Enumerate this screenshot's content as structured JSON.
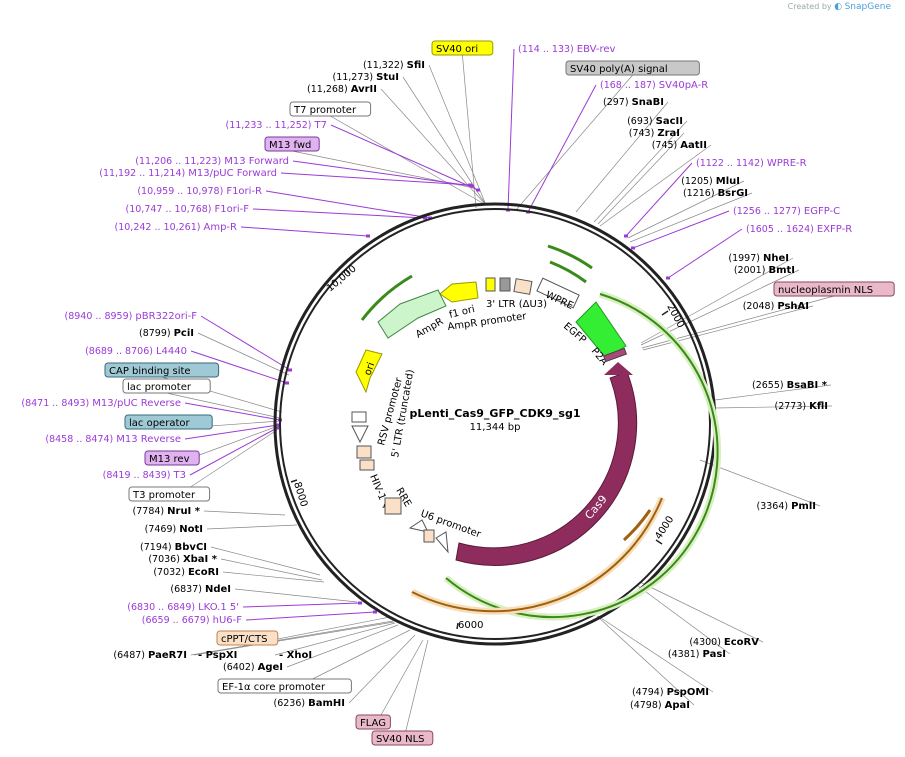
{
  "credit": {
    "created_by": "Created by",
    "brand": "SnapGene"
  },
  "plasmid": {
    "name": "pLenti_Cas9_GFP_CDK9_sg1",
    "size": "11,344 bp",
    "length": 11344
  },
  "colors": {
    "enzyme": "#000000",
    "primer": "#9b3bd6",
    "gray_line": "#888888"
  },
  "labels": [
    {
      "kind": "feature",
      "text": "SV40 ori",
      "fill": "#ffff00",
      "stroke": "#999900"
    },
    {
      "kind": "primer",
      "pos": "(114 .. 133)",
      "name": "EBV-rev"
    },
    {
      "kind": "feature",
      "text": "SV40 poly(A) signal",
      "fill": "#c8c8c8",
      "stroke": "#777777"
    },
    {
      "kind": "primer",
      "pos": "(168 .. 187)",
      "name": "SV40pA-R"
    },
    {
      "kind": "enzyme",
      "name": "SnaBI",
      "pos": "(297)"
    },
    {
      "kind": "enzyme",
      "name": "SacII",
      "pos": "(693)"
    },
    {
      "kind": "enzyme",
      "name": "ZraI",
      "pos": "(743)"
    },
    {
      "kind": "enzyme",
      "name": "AatII",
      "pos": "(745)"
    },
    {
      "kind": "primer",
      "pos": "(1122 .. 1142)",
      "name": "WPRE-R"
    },
    {
      "kind": "enzyme",
      "name": "MluI",
      "pos": "(1205)"
    },
    {
      "kind": "enzyme",
      "name": "BsrGI",
      "pos": "(1216)"
    },
    {
      "kind": "primer",
      "pos": "(1256 .. 1277)",
      "name": "EGFP-C"
    },
    {
      "kind": "primer",
      "pos": "(1605 .. 1624)",
      "name": "EXFP-R"
    },
    {
      "kind": "enzyme",
      "name": "NheI",
      "pos": "(1997)"
    },
    {
      "kind": "enzyme",
      "name": "BmtI",
      "pos": "(2001)"
    },
    {
      "kind": "feature",
      "text": "nucleoplasmin NLS",
      "fill": "#e9b9c9",
      "stroke": "#8a4a5a"
    },
    {
      "kind": "enzyme",
      "name": "PshAI",
      "pos": "(2048)"
    },
    {
      "kind": "enzyme",
      "name": "BsaBI *",
      "pos": "(2655)"
    },
    {
      "kind": "enzyme",
      "name": "KflI",
      "pos": "(2773)"
    },
    {
      "kind": "enzyme",
      "name": "PmlI",
      "pos": "(3364)"
    },
    {
      "kind": "enzyme",
      "name": "EcoRV",
      "pos": "(4300)"
    },
    {
      "kind": "enzyme",
      "name": "PasI",
      "pos": "(4381)"
    },
    {
      "kind": "enzyme",
      "name": "PspOMI",
      "pos": "(4794)"
    },
    {
      "kind": "enzyme",
      "name": "ApaI",
      "pos": "(4798)"
    },
    {
      "kind": "enzyme",
      "name": "SfiI",
      "pos": "(11,322)"
    },
    {
      "kind": "enzyme",
      "name": "StuI",
      "pos": "(11,273)"
    },
    {
      "kind": "enzyme",
      "name": "AvrII",
      "pos": "(11,268)"
    },
    {
      "kind": "feature",
      "text": "T7 promoter",
      "fill": "#ffffff",
      "stroke": "#777777"
    },
    {
      "kind": "primer",
      "pos": "(11,233 .. 11,252)",
      "name": "T7"
    },
    {
      "kind": "feature",
      "text": "M13 fwd",
      "fill": "#e0b3f0",
      "stroke": "#7a3a9a"
    },
    {
      "kind": "primer",
      "pos": "(11,206 .. 11,223)",
      "name": "M13 Forward"
    },
    {
      "kind": "primer",
      "pos": "(11,192 .. 11,214)",
      "name": "M13/pUC Forward"
    },
    {
      "kind": "primer",
      "pos": "(10,959 .. 10,978)",
      "name": "F1ori-R"
    },
    {
      "kind": "primer",
      "pos": "(10,747 .. 10,768)",
      "name": "F1ori-F"
    },
    {
      "kind": "primer",
      "pos": "(10,242 .. 10,261)",
      "name": "Amp-R"
    },
    {
      "kind": "primer",
      "pos": "(8940 .. 8959)",
      "name": "pBR322ori-F"
    },
    {
      "kind": "enzyme",
      "name": "PciI",
      "pos": "(8799)"
    },
    {
      "kind": "primer",
      "pos": "(8689 .. 8706)",
      "name": "L4440"
    },
    {
      "kind": "feature",
      "text": "CAP binding site",
      "fill": "#9fc9d4",
      "stroke": "#3a6a7a"
    },
    {
      "kind": "feature",
      "text": "lac promoter",
      "fill": "#ffffff",
      "stroke": "#777777"
    },
    {
      "kind": "primer",
      "pos": "(8471 .. 8493)",
      "name": "M13/pUC Reverse"
    },
    {
      "kind": "feature",
      "text": "lac operator",
      "fill": "#9fc9d4",
      "stroke": "#3a6a7a"
    },
    {
      "kind": "primer",
      "pos": "(8458 .. 8474)",
      "name": "M13 Reverse"
    },
    {
      "kind": "feature",
      "text": "M13 rev",
      "fill": "#e0b3f0",
      "stroke": "#7a3a9a"
    },
    {
      "kind": "primer",
      "pos": "(8419 .. 8439)",
      "name": "T3"
    },
    {
      "kind": "feature",
      "text": "T3 promoter",
      "fill": "#ffffff",
      "stroke": "#777777"
    },
    {
      "kind": "enzyme",
      "name": "NruI *",
      "pos": "(7784)"
    },
    {
      "kind": "enzyme",
      "name": "NotI",
      "pos": "(7469)"
    },
    {
      "kind": "enzyme",
      "name": "BbvCI",
      "pos": "(7194)"
    },
    {
      "kind": "enzyme",
      "name": "XbaI *",
      "pos": "(7036)"
    },
    {
      "kind": "enzyme",
      "name": "EcoRI",
      "pos": "(7032)"
    },
    {
      "kind": "enzyme",
      "name": "NdeI",
      "pos": "(6837)"
    },
    {
      "kind": "primer",
      "pos": "(6830 .. 6849)",
      "name": "LKO.1 5'"
    },
    {
      "kind": "primer",
      "pos": "(6659 .. 6679)",
      "name": "hU6-F"
    },
    {
      "kind": "feature",
      "text": "cPPT/CTS",
      "fill": "#fbe0c8",
      "stroke": "#c08050"
    },
    {
      "kind": "enzyme",
      "name": "PaeR7I",
      "pos": "(6487)"
    },
    {
      "kind": "enzyme",
      "name": "- PspXI",
      "pos": ""
    },
    {
      "kind": "enzyme",
      "name": "- XhoI",
      "pos": ""
    },
    {
      "kind": "enzyme",
      "name": "AgeI",
      "pos": "(6402)"
    },
    {
      "kind": "feature",
      "text": "EF-1α core promoter",
      "fill": "#ffffff",
      "stroke": "#777777"
    },
    {
      "kind": "enzyme",
      "name": "BamHI",
      "pos": "(6236)"
    },
    {
      "kind": "feature",
      "text": "FLAG",
      "fill": "#e9b9c9",
      "stroke": "#8a4a5a"
    },
    {
      "kind": "feature",
      "text": "SV40 NLS",
      "fill": "#e9b9c9",
      "stroke": "#8a4a5a"
    }
  ],
  "ticks": [
    "2000",
    "4000",
    "6000",
    "8000",
    "10,000"
  ],
  "inner_labels": [
    "f1 ori",
    "AmpR promoter",
    "AmpR",
    "ori",
    "3' LTR (ΔU3)",
    "WPRE",
    "EGFP",
    "P2A",
    "Cas9",
    "U6 promoter",
    "RRE",
    "HIV-1 Ψ",
    "5' LTR (truncated)",
    "RSV promoter"
  ]
}
